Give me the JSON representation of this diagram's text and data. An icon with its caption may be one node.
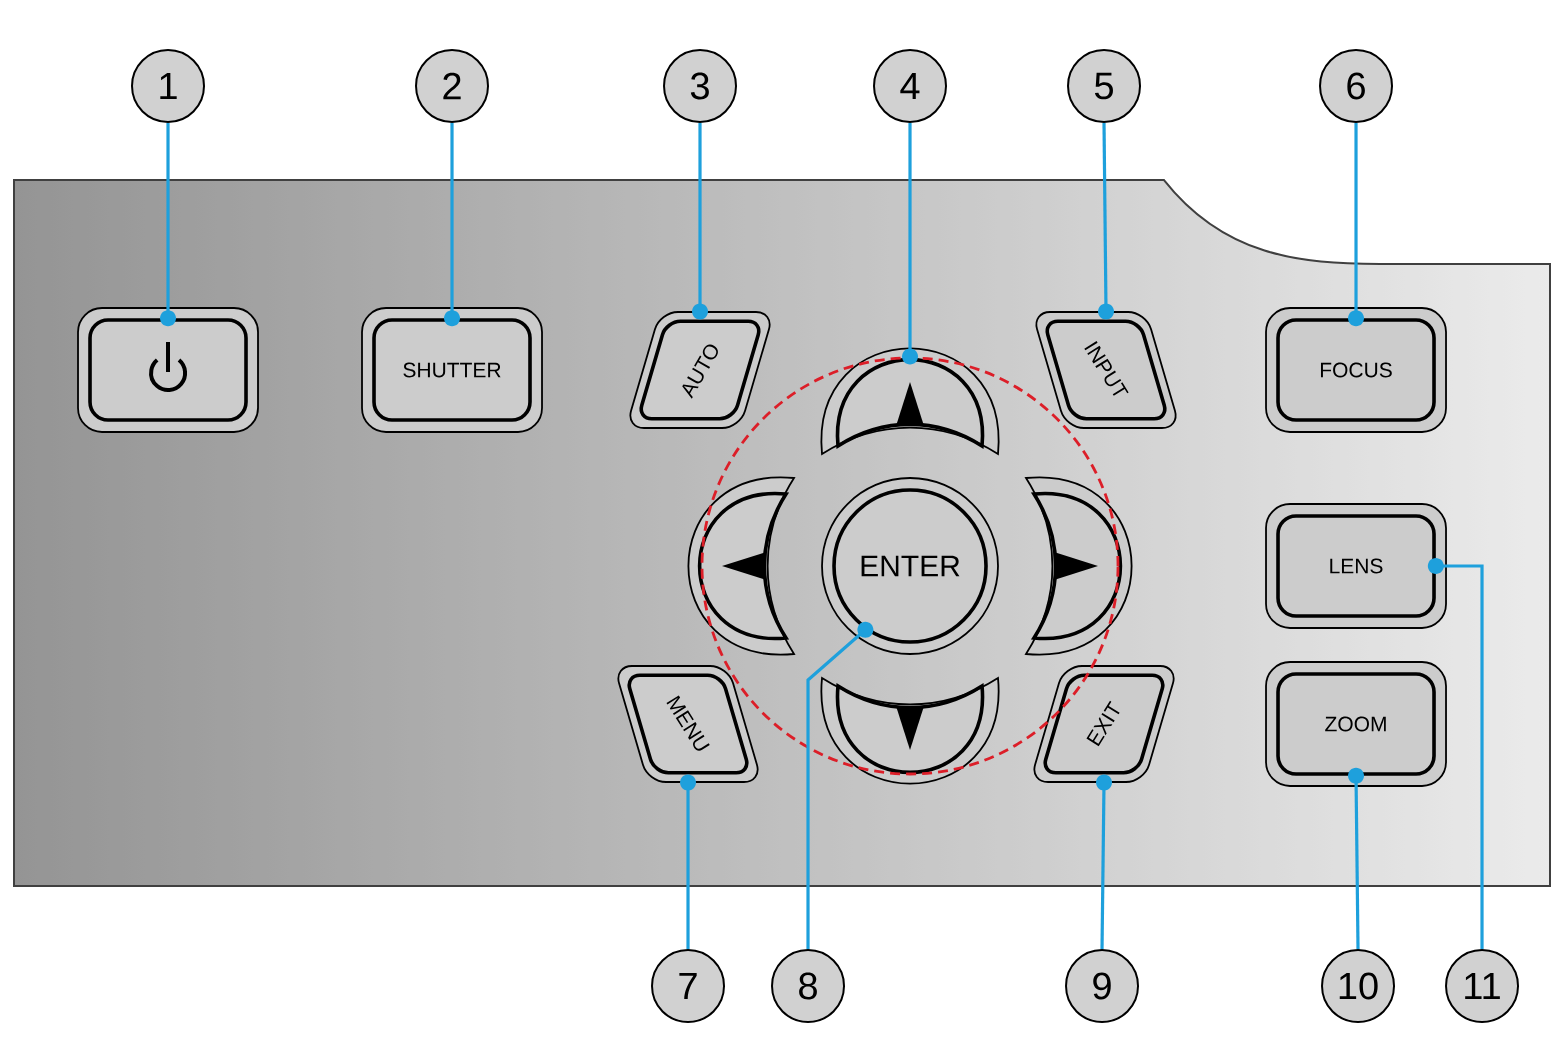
{
  "diagram": {
    "nodes": [
      {
        "text": [
          "1"
        ]
      },
      {
        "text": [
          "2"
        ]
      },
      {
        "text": [
          "3"
        ]
      },
      {
        "text": [
          "4"
        ]
      },
      {
        "text": [
          "5"
        ]
      },
      {
        "text": [
          "6"
        ]
      },
      {
        "text": [],
        "shape": "box"
      },
      {
        "text": [
          "SHUTTER"
        ]
      },
      {
        "text": [
          "AUTO"
        ]
      },
      {
        "text": [],
        "shape": "circle"
      },
      {
        "text": [],
        "shape": "box",
        "in": 9
      },
      {
        "text": [
          "INPUT"
        ]
      },
      {
        "text": [
          "FOCUS"
        ]
      },
      {
        "text": [],
        "shape": "box",
        "in": 9
      },
      {
        "text": [
          "ENTER"
        ],
        "in": 9
      },
      {
        "text": [],
        "shape": "box",
        "in": 9
      },
      {
        "text": [
          "LENS"
        ]
      },
      {
        "text": [
          "MENU"
        ]
      },
      {
        "text": [],
        "shape": "box",
        "in": 9
      },
      {
        "text": [
          "EXIT"
        ]
      },
      {
        "text": [
          "ZOOM"
        ]
      },
      {
        "text": [
          "7"
        ]
      },
      {
        "text": [
          "8"
        ]
      },
      {
        "text": [
          "9"
        ]
      },
      {
        "text": [
          "10"
        ]
      },
      {
        "text": [
          "11"
        ]
      }
    ],
    "edges": [
      {
        "from": 0,
        "to": 6,
        "arrow": "other"
      },
      {
        "from": 1,
        "to": 7,
        "arrow": "other"
      },
      {
        "from": 2,
        "to": 8,
        "arrow": "other"
      },
      {
        "from": 3,
        "to": 9,
        "arrow": "other"
      },
      {
        "from": 4,
        "to": 11,
        "arrow": "other"
      },
      {
        "from": 5,
        "to": 12,
        "arrow": "other"
      },
      {
        "from": 21,
        "to": 17,
        "arrow": "other"
      },
      {
        "from": 22,
        "to": 14,
        "arrow": "other"
      },
      {
        "from": 23,
        "to": 19,
        "arrow": "other"
      },
      {
        "from": 24,
        "to": 20,
        "arrow": "other"
      },
      {
        "from": 25,
        "to": 16,
        "arrow": "other"
      }
    ]
  }
}
